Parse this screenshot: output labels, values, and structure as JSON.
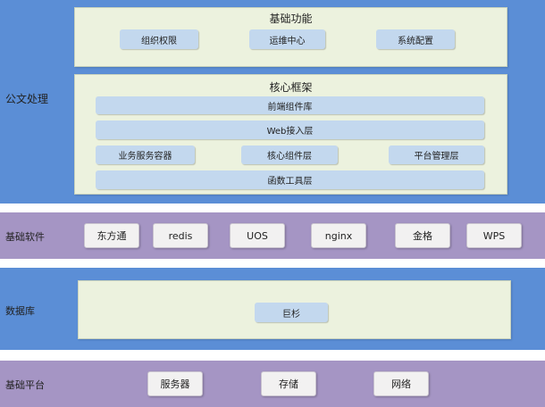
{
  "colors": {
    "app_band": "#5b8ed6",
    "software_band": "#a595c4",
    "database_band": "#5b8ed6",
    "platform_band": "#a595c4",
    "panel": "#ecf2de",
    "chip": "#c3d8ee",
    "wchip": "#f2f1f1"
  },
  "app": {
    "label": "公文处理",
    "basic": {
      "title": "基础功能",
      "items": [
        "组织权限",
        "运维中心",
        "系统配置"
      ]
    },
    "core": {
      "title": "核心框架",
      "frontend": "前端组件库",
      "web_access": "Web接入层",
      "business_container": "业务服务容器",
      "core_components": "核心组件层",
      "platform_mgmt": "平台管理层",
      "function_tools": "函数工具层"
    }
  },
  "software": {
    "label": "基础软件",
    "items": [
      "东方通",
      "redis",
      "UOS",
      "nginx",
      "金格",
      "WPS"
    ]
  },
  "database": {
    "label": "数据库",
    "item": "巨杉"
  },
  "platform": {
    "label": "基础平台",
    "items": [
      "服务器",
      "存储",
      "网络"
    ]
  }
}
